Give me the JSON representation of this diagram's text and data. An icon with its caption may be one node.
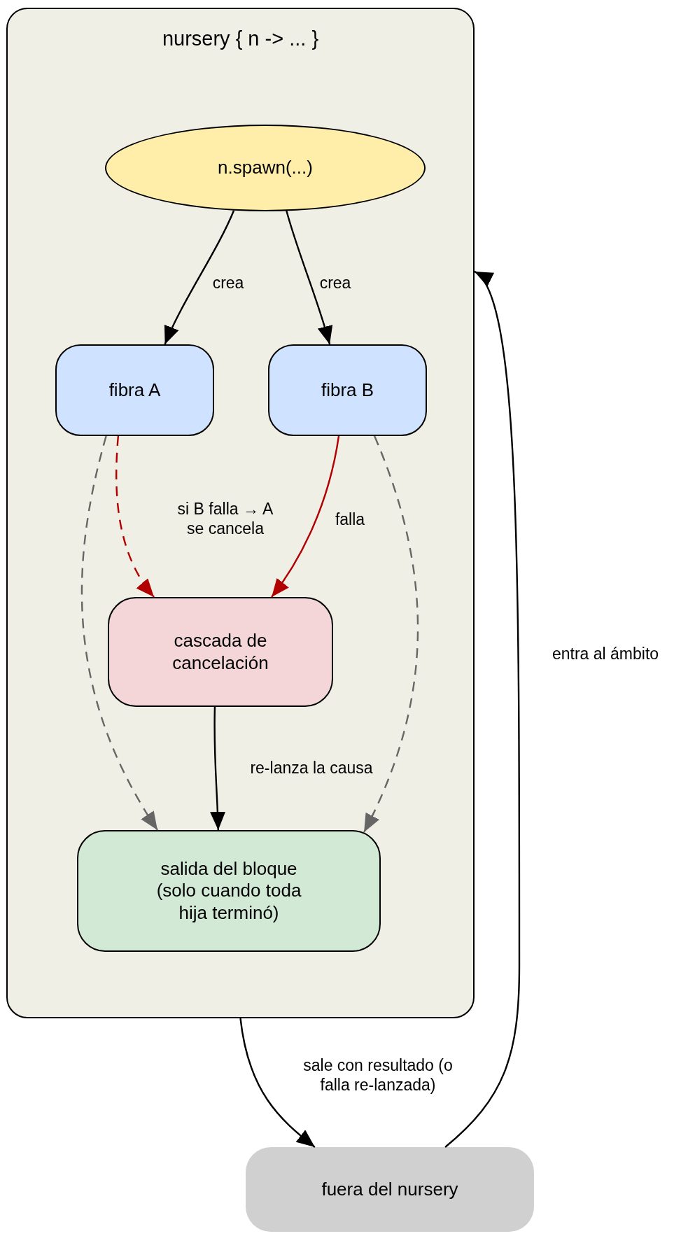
{
  "diagram": {
    "nodes": [
      {
        "text": [
          "nursery { n -> ... }"
        ]
      },
      {
        "text": [
          "n.spawn(...)"
        ],
        "in": 0
      },
      {
        "text": [
          "fibra A"
        ],
        "in": 0
      },
      {
        "text": [
          "fibra B"
        ],
        "in": 0
      },
      {
        "text": [
          "cascada de cancelación"
        ],
        "in": 0
      },
      {
        "text": [
          "salida del bloque (solo cuando toda hija terminó)"
        ],
        "in": 0
      },
      {
        "text": [
          "fuera del nursery"
        ]
      }
    ],
    "edges": [
      {
        "from": 1,
        "to": 2,
        "arrow": "to",
        "label": "crea"
      },
      {
        "from": 1,
        "to": 3,
        "arrow": "to",
        "label": "crea"
      },
      {
        "from": 2,
        "to": 4,
        "arrow": "to",
        "label": "si B falla → A se cancela",
        "style": "dashed",
        "color": "#b20000"
      },
      {
        "from": 3,
        "to": 4,
        "arrow": "to",
        "label": "falla",
        "color": "#b20000"
      },
      {
        "from": 2,
        "to": 5,
        "arrow": "to",
        "style": "dashed",
        "color": "#666666"
      },
      {
        "from": 3,
        "to": 5,
        "arrow": "to",
        "style": "dashed",
        "color": "#666666"
      },
      {
        "from": 4,
        "to": 5,
        "arrow": "to",
        "label": "re-lanza la causa"
      },
      {
        "from": 0,
        "to": 6,
        "arrow": "to",
        "label": "sale con resultado (o falla re-lanzada)"
      },
      {
        "from": 6,
        "to": 0,
        "arrow": "to",
        "label": "entra al ámbito"
      }
    ]
  }
}
